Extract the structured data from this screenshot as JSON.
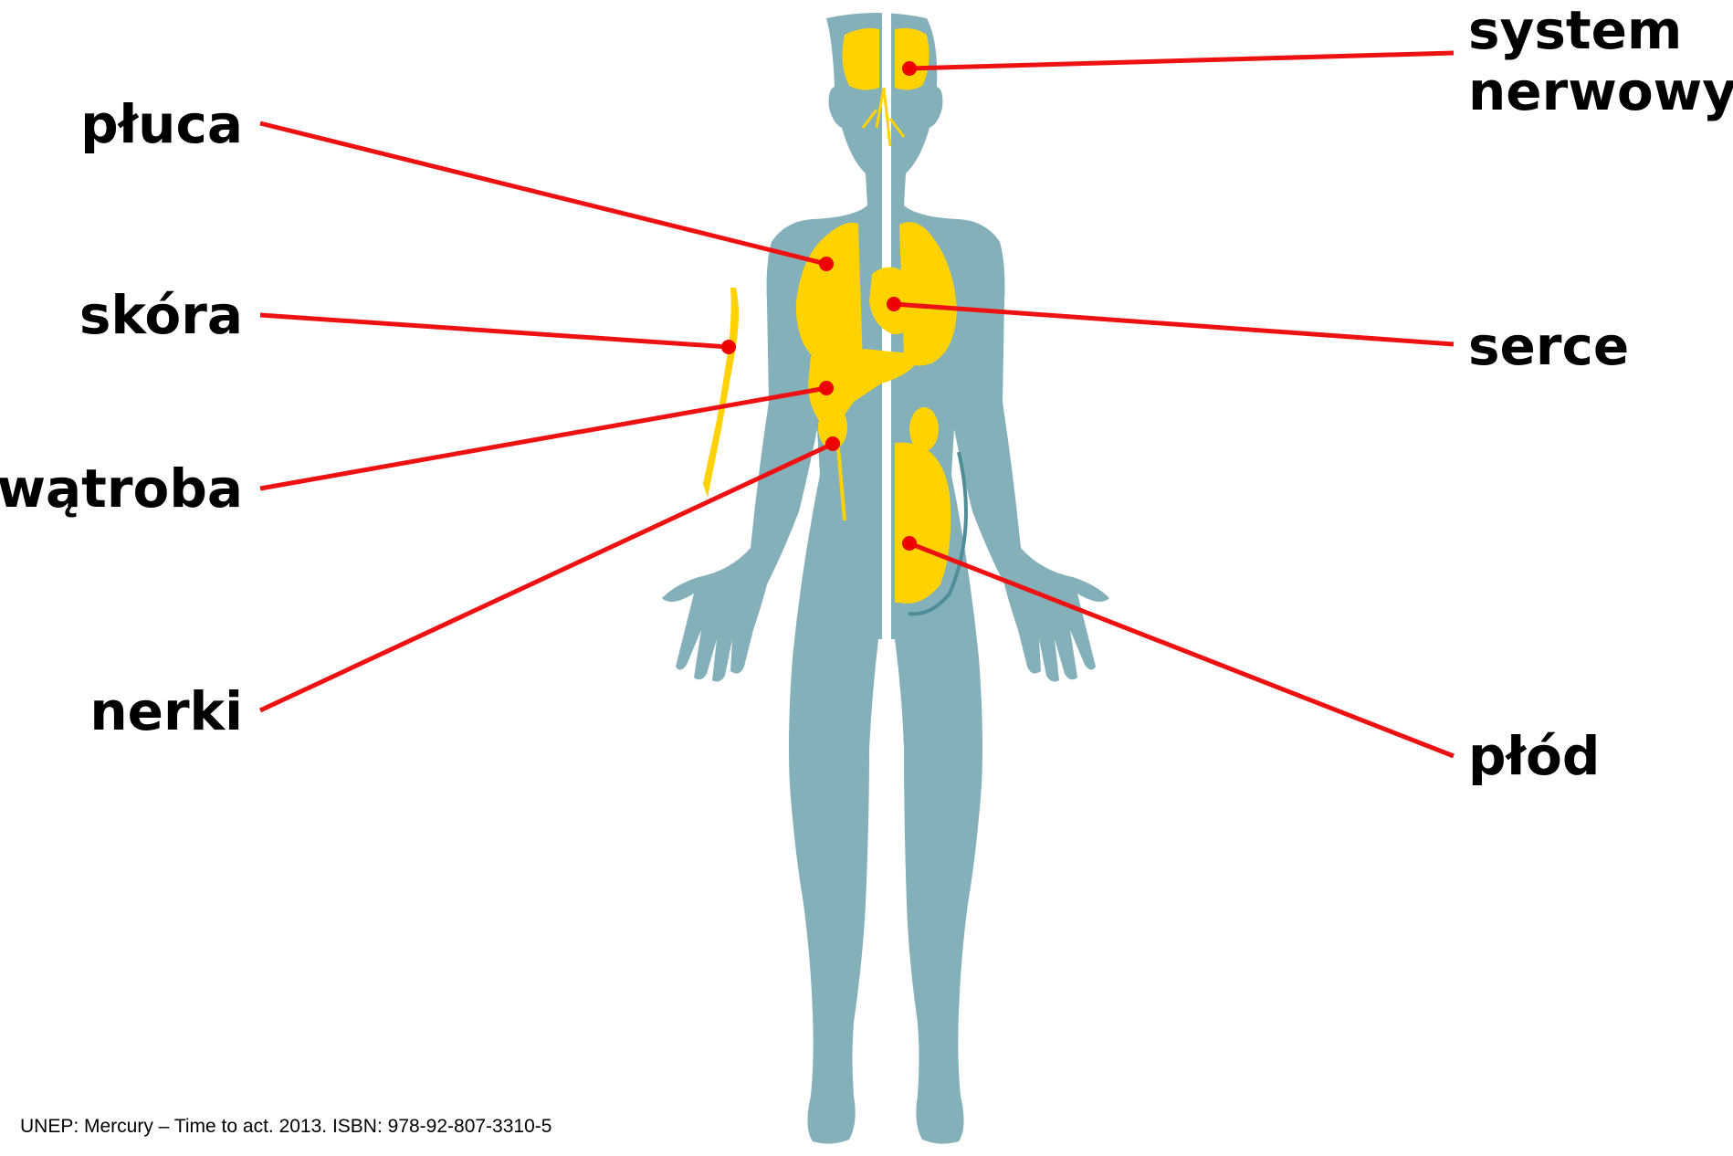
{
  "labels": {
    "system_nerwowy_line1": "system",
    "system_nerwowy_line2": "nerwowy",
    "pluca": "płuca",
    "skora": "skóra",
    "serce": "serce",
    "watroba": "wątroba",
    "nerki": "nerki",
    "plod": "płód"
  },
  "caption": "UNEP: Mercury – Time to act. 2013. ISBN: 978-92-807-3310-5",
  "colors": {
    "body": "#84b0ba",
    "organ": "#ffd200",
    "pointer_line": "#ee1111",
    "pointer_dot": "#ee0000",
    "text": "#000000"
  }
}
